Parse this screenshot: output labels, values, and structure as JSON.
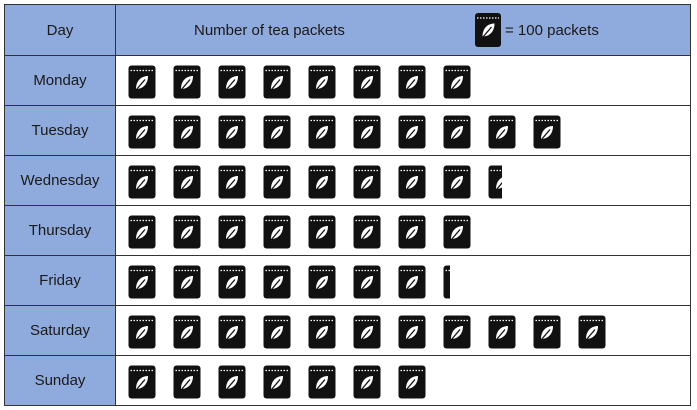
{
  "header": {
    "day_label": "Day",
    "title": "Number of tea packets",
    "key_text": "= 100 packets",
    "key_icon": "tea-packet-icon"
  },
  "colors": {
    "header_bg": "#8faadc",
    "icon": "#111111",
    "border": "#333333"
  },
  "chart_data": {
    "type": "pictograph",
    "unit_per_icon": 100,
    "categories": [
      "Monday",
      "Tuesday",
      "Wednesday",
      "Thursday",
      "Friday",
      "Saturday",
      "Sunday"
    ],
    "icons": [
      8,
      10,
      8.5,
      8,
      7.25,
      11,
      7
    ],
    "values": [
      800,
      1000,
      850,
      800,
      725,
      1100,
      700
    ]
  }
}
